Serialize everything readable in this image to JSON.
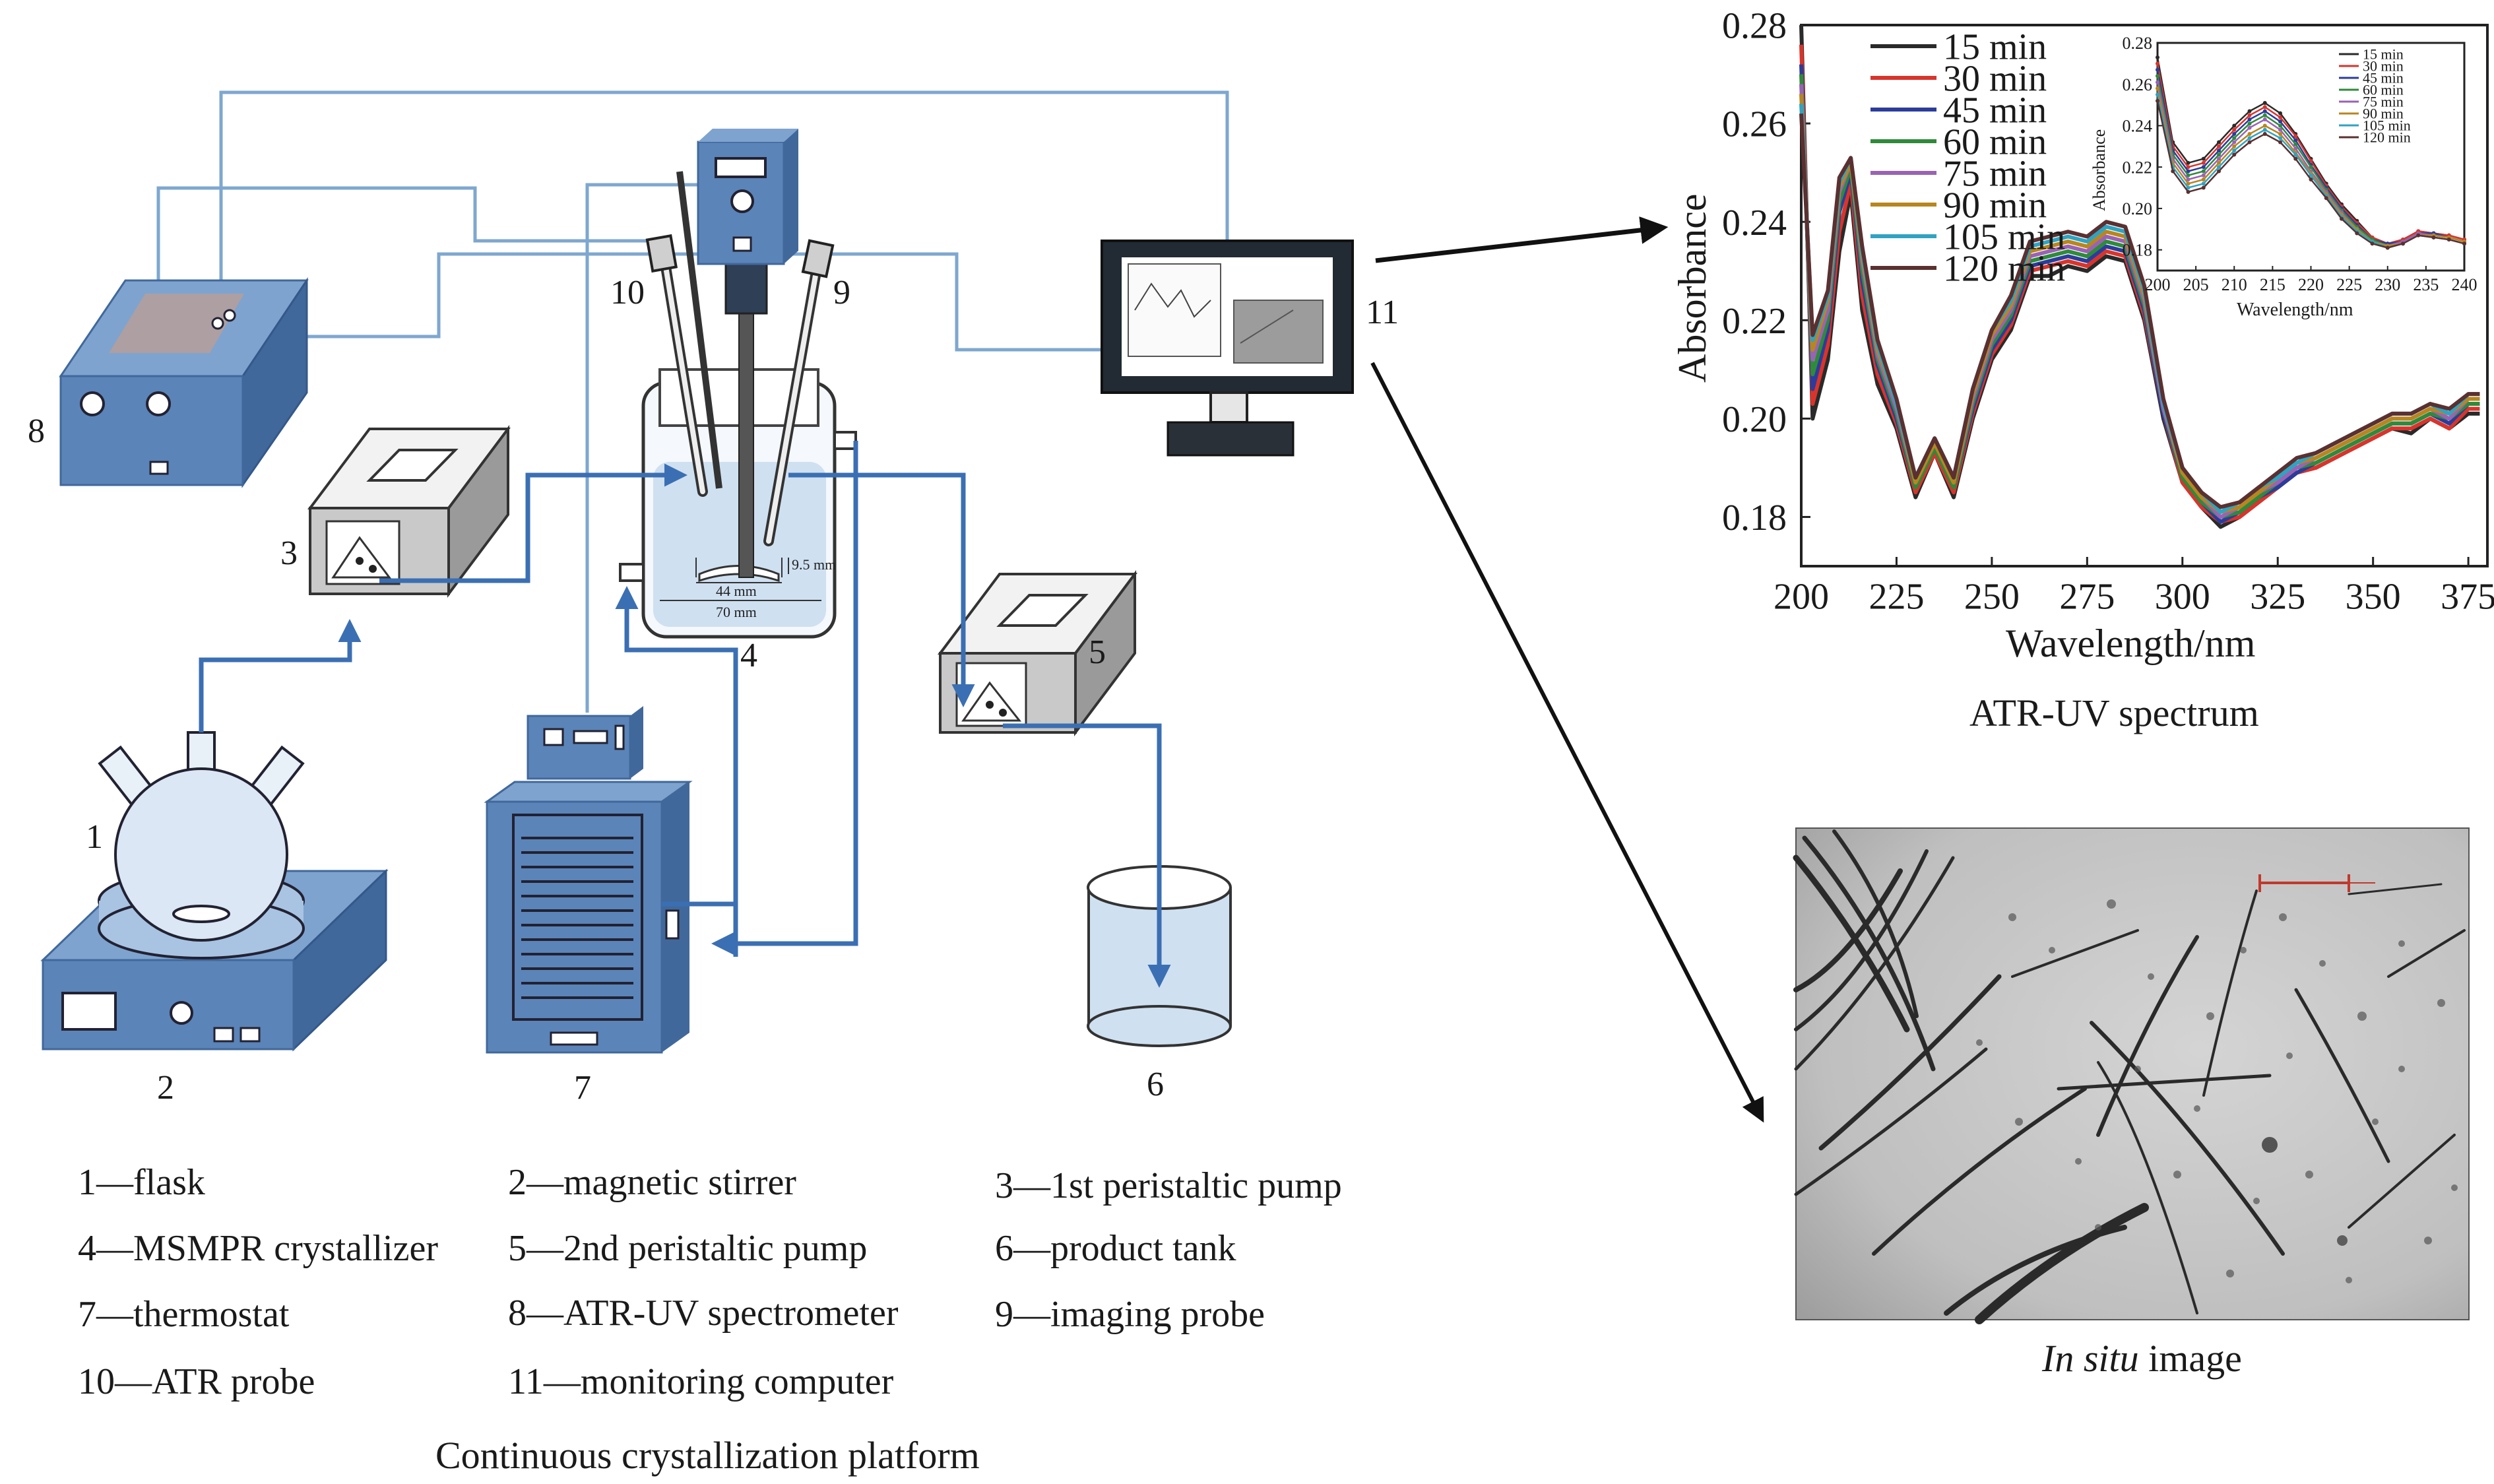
{
  "platform": {
    "caption": "Continuous crystallization platform",
    "numbers": {
      "n1": "1",
      "n2": "2",
      "n3": "3",
      "n4": "4",
      "n5": "5",
      "n6": "6",
      "n7": "7",
      "n8": "8",
      "n9": "9",
      "n10": "10",
      "n11": "11"
    },
    "dimensions": {
      "d1": "9.5 mm",
      "d2": "44 mm",
      "d3": "70 mm"
    },
    "legend": [
      "1—flask",
      "2—magnetic stirrer",
      "3—1st peristaltic pump",
      "4—MSMPR crystallizer",
      "5—2nd peristaltic pump",
      "6—product tank",
      "7—thermostat",
      "8—ATR-UV spectrometer",
      "9—imaging probe",
      "10—ATR probe",
      "11—monitoring computer"
    ]
  },
  "colors": {
    "equipment": "#5b84b8",
    "equipment_dark": "#41689b",
    "pipe": "#3b6fb3",
    "wire": "#7ea7cf",
    "liquid": "#cfe0f1"
  },
  "spectrum": {
    "caption": "ATR-UV spectrum",
    "chart_data": {
      "type": "line",
      "xlabel": "Wavelength/nm",
      "ylabel": "Absorbance",
      "xlim": [
        200,
        380
      ],
      "ylim": [
        0.17,
        0.28
      ],
      "xticks": [
        "200",
        "225",
        "250",
        "275",
        "300",
        "325",
        "350",
        "375"
      ],
      "yticks": [
        "0.18",
        "0.20",
        "0.22",
        "0.24",
        "0.26",
        "0.28"
      ],
      "legend_position": "top-left",
      "x": [
        200,
        203,
        207,
        210,
        213,
        216,
        220,
        225,
        230,
        235,
        240,
        245,
        250,
        255,
        260,
        265,
        270,
        275,
        280,
        285,
        290,
        295,
        300,
        305,
        310,
        315,
        320,
        325,
        330,
        335,
        340,
        345,
        350,
        355,
        360,
        365,
        370,
        375,
        378
      ],
      "series": [
        {
          "name": "15 min",
          "color": "#2a2a2a",
          "values": [
            0.28,
            0.2,
            0.212,
            0.234,
            0.246,
            0.222,
            0.207,
            0.198,
            0.184,
            0.193,
            0.184,
            0.2,
            0.212,
            0.218,
            0.229,
            0.229,
            0.231,
            0.23,
            0.233,
            0.232,
            0.22,
            0.2,
            0.187,
            0.182,
            0.178,
            0.18,
            0.183,
            0.186,
            0.189,
            0.19,
            0.192,
            0.194,
            0.196,
            0.198,
            0.197,
            0.2,
            0.198,
            0.201,
            0.201
          ]
        },
        {
          "name": "30 min",
          "color": "#d9342b",
          "values": [
            0.276,
            0.203,
            0.215,
            0.238,
            0.248,
            0.225,
            0.209,
            0.199,
            0.185,
            0.193,
            0.185,
            0.201,
            0.213,
            0.219,
            0.23,
            0.231,
            0.232,
            0.231,
            0.234,
            0.233,
            0.221,
            0.201,
            0.187,
            0.182,
            0.179,
            0.18,
            0.183,
            0.186,
            0.189,
            0.19,
            0.192,
            0.194,
            0.196,
            0.198,
            0.198,
            0.2,
            0.198,
            0.202,
            0.202
          ]
        },
        {
          "name": "45 min",
          "color": "#2b3c9c",
          "values": [
            0.272,
            0.206,
            0.218,
            0.242,
            0.25,
            0.228,
            0.211,
            0.2,
            0.186,
            0.194,
            0.186,
            0.202,
            0.214,
            0.22,
            0.231,
            0.232,
            0.233,
            0.232,
            0.235,
            0.234,
            0.222,
            0.201,
            0.188,
            0.183,
            0.179,
            0.181,
            0.184,
            0.186,
            0.189,
            0.191,
            0.193,
            0.195,
            0.197,
            0.199,
            0.199,
            0.201,
            0.199,
            0.203,
            0.203
          ]
        },
        {
          "name": "60 min",
          "color": "#2f8a3a",
          "values": [
            0.27,
            0.209,
            0.22,
            0.244,
            0.251,
            0.23,
            0.212,
            0.201,
            0.186,
            0.194,
            0.186,
            0.203,
            0.215,
            0.221,
            0.232,
            0.233,
            0.234,
            0.233,
            0.236,
            0.235,
            0.223,
            0.202,
            0.188,
            0.183,
            0.18,
            0.181,
            0.184,
            0.187,
            0.19,
            0.191,
            0.193,
            0.195,
            0.197,
            0.199,
            0.199,
            0.201,
            0.2,
            0.203,
            0.203
          ]
        },
        {
          "name": "75 min",
          "color": "#9a62b5",
          "values": [
            0.268,
            0.212,
            0.222,
            0.246,
            0.252,
            0.232,
            0.213,
            0.202,
            0.187,
            0.195,
            0.187,
            0.204,
            0.216,
            0.222,
            0.233,
            0.234,
            0.235,
            0.234,
            0.237,
            0.236,
            0.224,
            0.202,
            0.189,
            0.184,
            0.18,
            0.182,
            0.185,
            0.187,
            0.19,
            0.192,
            0.194,
            0.196,
            0.198,
            0.2,
            0.2,
            0.202,
            0.2,
            0.204,
            0.204
          ]
        },
        {
          "name": "90 min",
          "color": "#b8861e",
          "values": [
            0.266,
            0.214,
            0.224,
            0.247,
            0.252,
            0.233,
            0.214,
            0.203,
            0.187,
            0.195,
            0.187,
            0.205,
            0.217,
            0.223,
            0.234,
            0.235,
            0.236,
            0.235,
            0.238,
            0.237,
            0.225,
            0.203,
            0.189,
            0.184,
            0.181,
            0.182,
            0.185,
            0.188,
            0.191,
            0.192,
            0.194,
            0.196,
            0.198,
            0.2,
            0.2,
            0.202,
            0.201,
            0.204,
            0.204
          ]
        },
        {
          "name": "105 min",
          "color": "#2fa3c2",
          "values": [
            0.264,
            0.216,
            0.225,
            0.248,
            0.253,
            0.234,
            0.215,
            0.203,
            0.188,
            0.196,
            0.188,
            0.206,
            0.218,
            0.224,
            0.235,
            0.236,
            0.237,
            0.236,
            0.239,
            0.238,
            0.226,
            0.203,
            0.19,
            0.185,
            0.181,
            0.183,
            0.186,
            0.188,
            0.191,
            0.193,
            0.195,
            0.197,
            0.199,
            0.201,
            0.201,
            0.203,
            0.201,
            0.205,
            0.205
          ]
        },
        {
          "name": "120 min",
          "color": "#5b3030",
          "values": [
            0.262,
            0.217,
            0.226,
            0.249,
            0.253,
            0.235,
            0.216,
            0.204,
            0.188,
            0.196,
            0.188,
            0.206,
            0.218,
            0.225,
            0.236,
            0.237,
            0.238,
            0.237,
            0.24,
            0.239,
            0.227,
            0.204,
            0.19,
            0.185,
            0.182,
            0.183,
            0.186,
            0.189,
            0.192,
            0.193,
            0.195,
            0.197,
            0.199,
            0.201,
            0.201,
            0.203,
            0.202,
            0.205,
            0.205
          ]
        }
      ],
      "inset": {
        "xlabel": "Wavelength/nm",
        "ylabel": "Absorbance",
        "xlim": [
          200,
          240
        ],
        "ylim": [
          0.17,
          0.28
        ],
        "xticks": [
          "200",
          "205",
          "210",
          "215",
          "220",
          "225",
          "230",
          "235",
          "240"
        ],
        "yticks": [
          "0.18",
          "0.20",
          "0.22",
          "0.24",
          "0.26",
          "0.28"
        ],
        "legend_position": "top-right",
        "x": [
          200,
          202,
          204,
          206,
          208,
          210,
          212,
          214,
          216,
          218,
          220,
          222,
          224,
          226,
          228,
          230,
          232,
          234,
          236,
          238,
          240
        ],
        "series": [
          {
            "name": "15 min",
            "color": "#2a2a2a",
            "values": [
              0.273,
              0.232,
              0.222,
              0.224,
              0.232,
              0.24,
              0.247,
              0.251,
              0.246,
              0.236,
              0.224,
              0.212,
              0.202,
              0.194,
              0.186,
              0.183,
              0.185,
              0.189,
              0.188,
              0.187,
              0.185
            ]
          },
          {
            "name": "30 min",
            "color": "#d9342b",
            "values": [
              0.27,
              0.23,
              0.22,
              0.222,
              0.23,
              0.238,
              0.245,
              0.249,
              0.244,
              0.235,
              0.223,
              0.211,
              0.201,
              0.193,
              0.186,
              0.183,
              0.185,
              0.189,
              0.188,
              0.187,
              0.185
            ]
          },
          {
            "name": "45 min",
            "color": "#2b3c9c",
            "values": [
              0.267,
              0.228,
              0.218,
              0.22,
              0.228,
              0.236,
              0.243,
              0.247,
              0.242,
              0.233,
              0.221,
              0.21,
              0.2,
              0.192,
              0.185,
              0.183,
              0.184,
              0.188,
              0.188,
              0.186,
              0.184
            ]
          },
          {
            "name": "60 min",
            "color": "#2f8a3a",
            "values": [
              0.264,
              0.226,
              0.216,
              0.218,
              0.226,
              0.234,
              0.241,
              0.245,
              0.24,
              0.231,
              0.22,
              0.209,
              0.199,
              0.191,
              0.185,
              0.182,
              0.184,
              0.188,
              0.187,
              0.186,
              0.184
            ]
          },
          {
            "name": "75 min",
            "color": "#9a62b5",
            "values": [
              0.261,
              0.224,
              0.214,
              0.216,
              0.224,
              0.232,
              0.239,
              0.243,
              0.238,
              0.229,
              0.218,
              0.208,
              0.198,
              0.19,
              0.184,
              0.182,
              0.184,
              0.188,
              0.187,
              0.186,
              0.184
            ]
          },
          {
            "name": "90 min",
            "color": "#b8861e",
            "values": [
              0.258,
              0.222,
              0.212,
              0.214,
              0.222,
              0.23,
              0.236,
              0.24,
              0.236,
              0.227,
              0.217,
              0.207,
              0.197,
              0.19,
              0.184,
              0.182,
              0.183,
              0.187,
              0.187,
              0.186,
              0.184
            ]
          },
          {
            "name": "105 min",
            "color": "#2fa3c2",
            "values": [
              0.255,
              0.22,
              0.21,
              0.212,
              0.22,
              0.228,
              0.234,
              0.238,
              0.234,
              0.226,
              0.216,
              0.206,
              0.196,
              0.189,
              0.184,
              0.181,
              0.183,
              0.187,
              0.186,
              0.185,
              0.183
            ]
          },
          {
            "name": "120 min",
            "color": "#5b3030",
            "values": [
              0.252,
              0.218,
              0.208,
              0.21,
              0.218,
              0.226,
              0.232,
              0.236,
              0.232,
              0.224,
              0.214,
              0.205,
              0.195,
              0.188,
              0.183,
              0.181,
              0.183,
              0.187,
              0.186,
              0.185,
              0.183
            ]
          }
        ]
      }
    }
  },
  "in_situ": {
    "caption_italic": "In situ",
    "caption_rest": " image"
  }
}
